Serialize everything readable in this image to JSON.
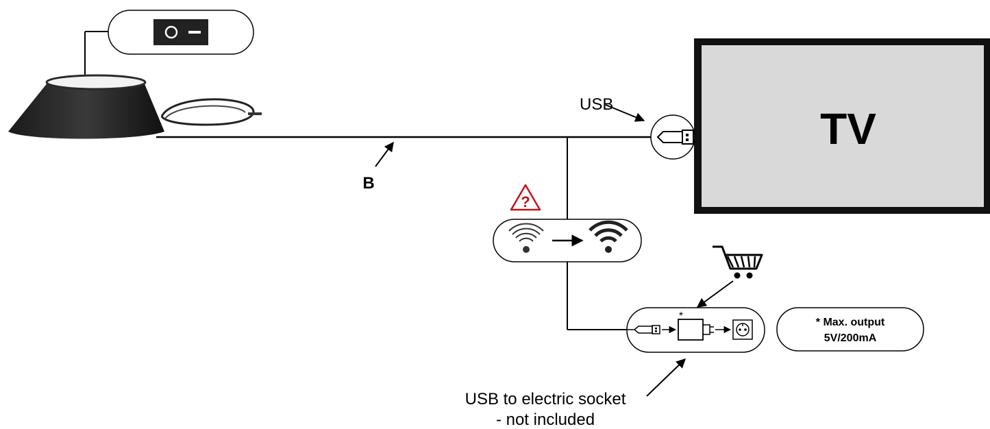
{
  "diagram": {
    "tv_label": "TV",
    "usb_label": "USB",
    "cable_label": "B",
    "charger_note_line1": "* Max. output",
    "charger_note_line2": "5V/200mA",
    "charger_asterisk": "*",
    "socket_caption_line1": "USB to electric socket",
    "socket_caption_line2": "- not included",
    "warning_symbol": "?"
  },
  "icons": {
    "switch": "rocker-switch-icon",
    "antenna": "antenna-base-icon",
    "usb": "usb-plug-icon",
    "warning": "warning-triangle-icon",
    "wifi_weak": "wifi-weak-icon",
    "wifi_strong": "wifi-strong-icon",
    "cart": "shopping-cart-icon",
    "charger": "usb-charger-icon",
    "socket": "power-socket-icon"
  },
  "colors": {
    "tv_screen": "#d9d9d9",
    "tv_frame": "#111111",
    "warning": "#c0141c"
  }
}
